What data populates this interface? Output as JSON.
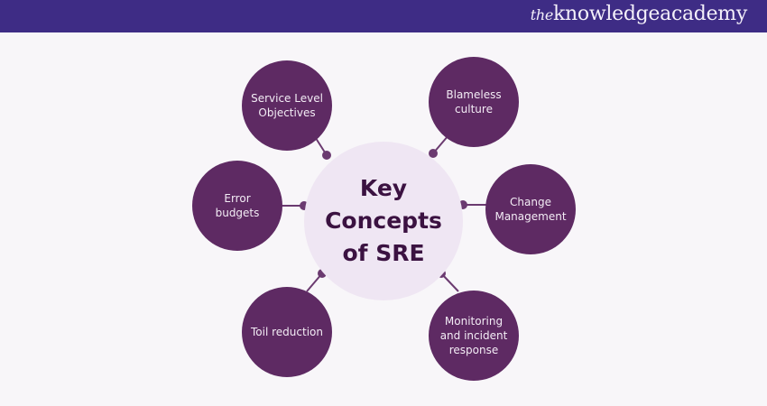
{
  "header": {
    "logo_prefix": "the",
    "logo_main": "knowledgeacademy",
    "brand_color": "#3e2c85"
  },
  "diagram": {
    "center": {
      "lines": [
        "Key",
        "Concepts",
        "of SRE"
      ],
      "fill": "#efe6f3",
      "text_color": "#3b1241"
    },
    "node_fill": "#5e2a63",
    "nodes": [
      {
        "lines": [
          "Service Level",
          "Objectives"
        ]
      },
      {
        "lines": [
          "Blameless",
          "culture"
        ]
      },
      {
        "lines": [
          "Error",
          "budgets"
        ]
      },
      {
        "lines": [
          "Change",
          "Management"
        ]
      },
      {
        "lines": [
          "Toil reduction"
        ]
      },
      {
        "lines": [
          "Monitoring",
          "and incident",
          "response"
        ]
      }
    ]
  }
}
